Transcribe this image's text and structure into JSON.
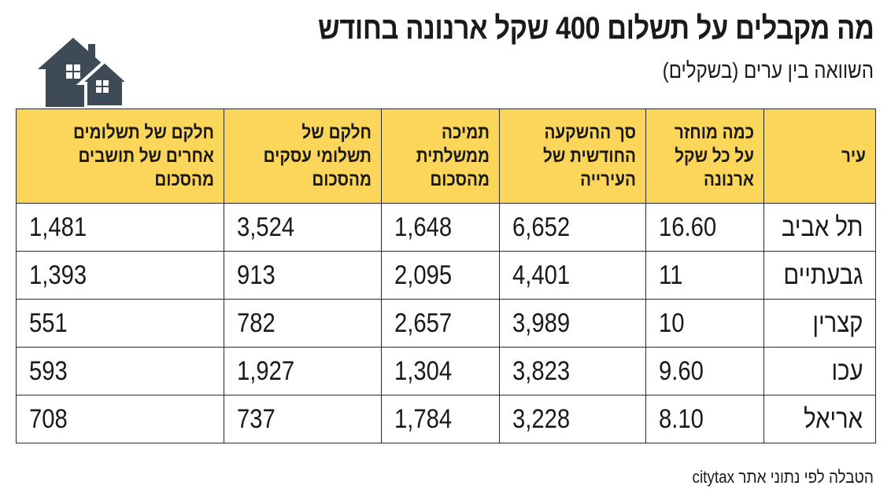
{
  "title": "מה מקבלים על תשלום 400 שקל ארנונה בחודש",
  "subtitle": "השוואה בין ערים (בשקלים)",
  "source": "הטבלה לפי נתוני אתר citytax",
  "icon": "houses-icon",
  "colors": {
    "header_bg": "#fbd65a",
    "icon": "#3f4a57",
    "border": "#2a2a2a"
  },
  "chart_data": {
    "type": "table",
    "columns": [
      "עיר",
      "כמה מוחזר על כל שקל ארנונה",
      "סך ההשקעה החודשית של העירייה",
      "תמיכה ממשלתית מהסכום",
      "חלקם של תשלומי עסקים מהסכום",
      "חלקם של תשלומים אחרים של תושבים מהסכום"
    ],
    "rows": [
      [
        "תל אביב",
        "16.60",
        "6,652",
        "1,648",
        "3,524",
        "1,481"
      ],
      [
        "גבעתיים",
        "11",
        "4,401",
        "2,095",
        "913",
        "1,393"
      ],
      [
        "קצרין",
        "10",
        "3,989",
        "2,657",
        "782",
        "551"
      ],
      [
        "עכו",
        "9.60",
        "3,823",
        "1,304",
        "1,927",
        "593"
      ],
      [
        "אריאל",
        "8.10",
        "3,228",
        "1,784",
        "737",
        "708"
      ]
    ]
  }
}
